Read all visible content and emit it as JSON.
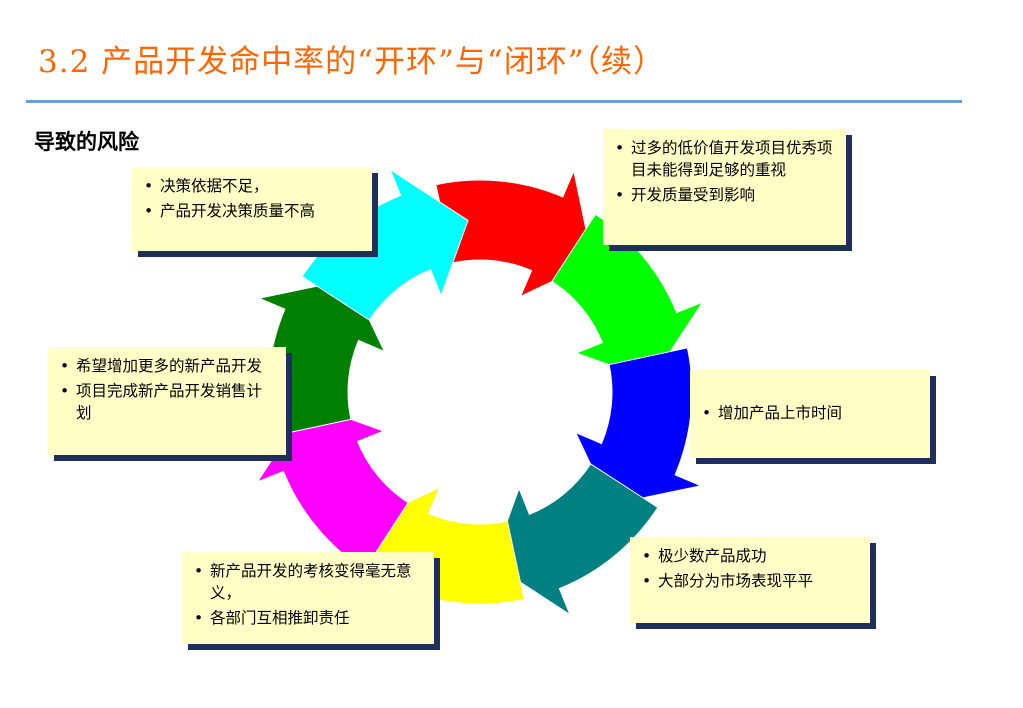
{
  "page": {
    "title": "3.2 产品开发命中率的“开环”与“闭环”（续）",
    "subtitle": "导致的风险"
  },
  "ring_colors": [
    "#ff0000",
    "#00ff00",
    "#0000ff",
    "#008080",
    "#ffff00",
    "#ff00ff",
    "#008000",
    "#00ffff"
  ],
  "boxes": {
    "top_left": [
      "决策依据不足，",
      "产品开发决策质量不高"
    ],
    "top_right": [
      "过多的低价值开发项目优秀项目未能得到足够的重视",
      "开发质量受到影响"
    ],
    "left": [
      "希望增加更多的新产品开发",
      "项目完成新产品开发销售计划"
    ],
    "right": [
      "增加产品上市时间"
    ],
    "bottom_left": [
      "新产品开发的考核变得毫无意义，",
      "各部门互相推卸责任"
    ],
    "bottom_right": [
      "极少数产品成功",
      "大部分为市场表现平平"
    ]
  }
}
